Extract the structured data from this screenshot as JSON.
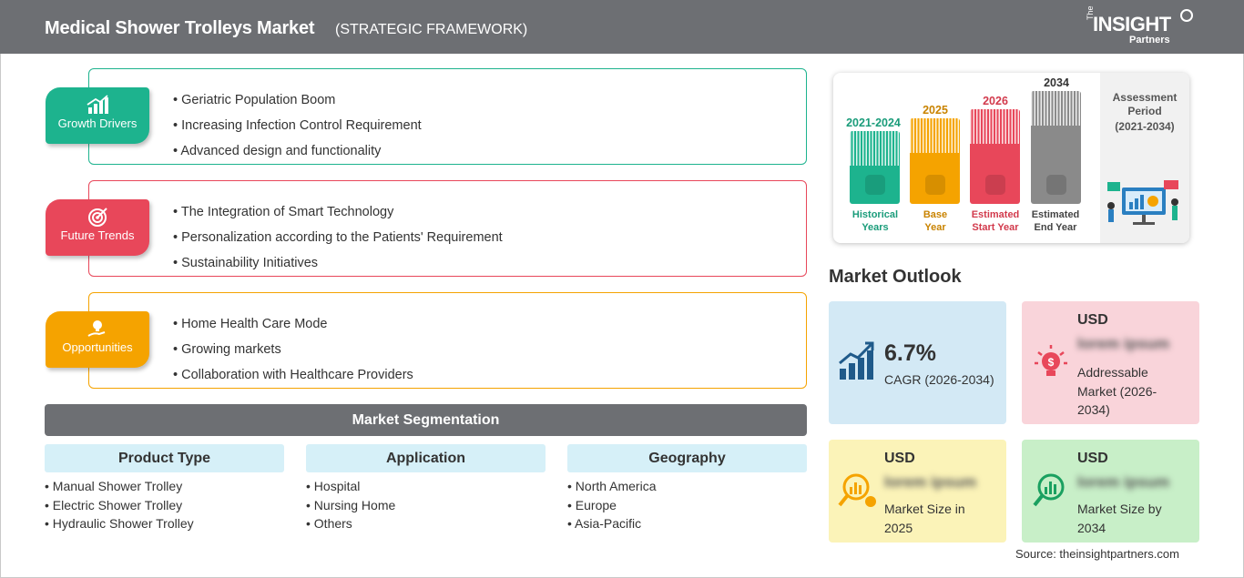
{
  "header": {
    "title": "Medical Shower Trolleys Market",
    "subtitle": "(STRATEGIC FRAMEWORK)",
    "logo": {
      "the": "The",
      "insight": "INSIGHT",
      "partners": "Partners"
    }
  },
  "framework": [
    {
      "label": "Growth Drivers",
      "color": "#1db38e",
      "items": [
        "Geriatric Population Boom",
        "Increasing Infection Control Requirement",
        "Advanced design and functionality"
      ]
    },
    {
      "label": "Future Trends",
      "color": "#e8475a",
      "items": [
        "The Integration of Smart Technology",
        "Personalization according to the Patients' Requirement",
        "Sustainability Initiatives"
      ]
    },
    {
      "label": "Opportunities",
      "color": "#f5a300",
      "items": [
        "Home Health Care Mode",
        "Growing markets",
        "Collaboration with Healthcare Providers"
      ]
    }
  ],
  "segmentation": {
    "title": "Market Segmentation",
    "columns": [
      {
        "heading": "Product Type",
        "items": [
          "Manual Shower Trolley",
          "Electric Shower Trolley",
          "Hydraulic Shower Trolley"
        ]
      },
      {
        "heading": "Application",
        "items": [
          "Hospital",
          "Nursing Home",
          "Others"
        ]
      },
      {
        "heading": "Geography",
        "items": [
          "North America",
          "Europe",
          "Asia-Pacific"
        ]
      }
    ]
  },
  "timeline": {
    "bars": [
      {
        "year": "2021-2024",
        "caption_1": "Historical",
        "caption_2": "Years",
        "color": "#1db38e"
      },
      {
        "year": "2025",
        "caption_1": "Base",
        "caption_2": "Year",
        "color": "#f5a300"
      },
      {
        "year": "2026",
        "caption_1": "Estimated",
        "caption_2": "Start Year",
        "color": "#e8475a"
      },
      {
        "year": "2034",
        "caption_1": "Estimated",
        "caption_2": "End Year",
        "color": "#8a8a8a"
      }
    ],
    "assessment_line1": "Assessment",
    "assessment_line2": "Period",
    "assessment_range": "(2021-2034)"
  },
  "outlook": {
    "title": "Market Outlook",
    "cagr": {
      "value": "6.7%",
      "label": "CAGR (2026-2034)",
      "bg": "#d3e9f5"
    },
    "addressable": {
      "usd": "USD",
      "value": "lorem ipsum",
      "label_1": "Addressable",
      "label_2": "Market (2026-",
      "label_3": "2034)",
      "bg": "#f9d4da"
    },
    "size_2025": {
      "usd": "USD",
      "value": "lorem ipsum",
      "label_1": "Market Size in",
      "label_2": "2025",
      "bg": "#fbf3b8"
    },
    "size_2034": {
      "usd": "USD",
      "value": "lorem ipsum",
      "label_1": "Market Size by",
      "label_2": "2034",
      "bg": "#c8efc8"
    }
  },
  "source": "Source: theinsightpartners.com"
}
